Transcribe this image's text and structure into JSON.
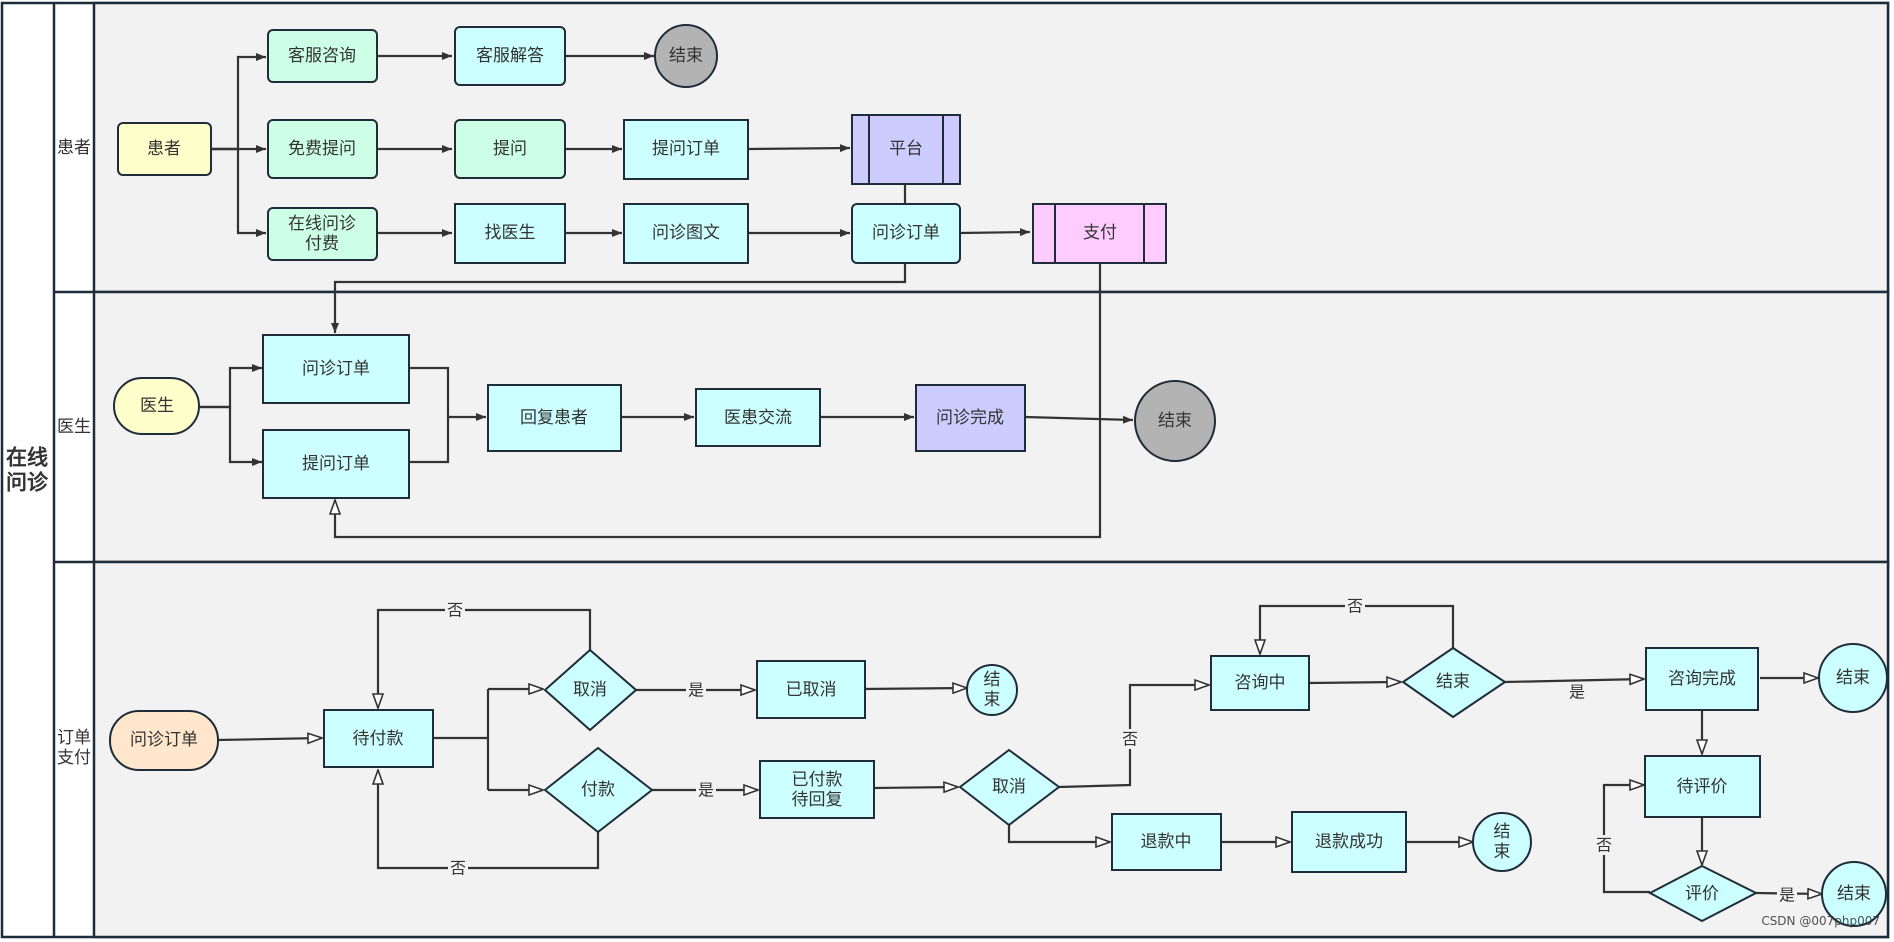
{
  "pool": {
    "title": "在线问诊"
  },
  "lanes": {
    "patient": "患者",
    "doctor": "医生",
    "order": "订单支付"
  },
  "colors": {
    "yellow": "#ffffcc",
    "green": "#ccffe6",
    "cyan": "#ccffff",
    "purple": "#ccccff",
    "pink": "#ffccff",
    "peach": "#ffe6cc",
    "gray": "#b3b3b3",
    "lane": "#f2f2f2",
    "stroke": "#1f2d3a"
  },
  "patient_lane": {
    "patient": "患者",
    "cs_consult": "客服咨询",
    "cs_answer": "客服解答",
    "end_top": "结束",
    "free_ask": "免费提问",
    "ask": "提问",
    "ask_order": "提问订单",
    "platform": "平台",
    "paid_consult": "在线问诊付费",
    "find_doctor": "找医生",
    "consult_text": "问诊图文",
    "consult_order": "问诊订单",
    "pay": "支付"
  },
  "doctor_lane": {
    "doctor": "医生",
    "consult_order": "问诊订单",
    "ask_order": "提问订单",
    "reply": "回复患者",
    "exchange": "医患交流",
    "done": "问诊完成",
    "end": "结束"
  },
  "order_lane": {
    "consult_order": "问诊订单",
    "pending_pay": "待付款",
    "cancel": "取消",
    "pay": "付款",
    "cancelled": "已取消",
    "end_cancel": "结束",
    "paid_wait": "已付款待回复",
    "cancel2": "取消",
    "refunding": "退款中",
    "refund_ok": "退款成功",
    "end_refund": "结束",
    "consulting": "咨询中",
    "end_q": "结束",
    "consult_done": "咨询完成",
    "end_done": "结束",
    "wait_review": "待评价",
    "review": "评价",
    "end_review": "结束",
    "yes": "是",
    "no": "否"
  },
  "watermark": "CSDN @007php007"
}
